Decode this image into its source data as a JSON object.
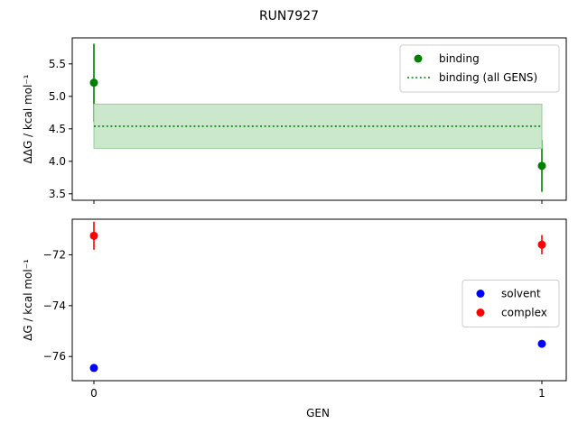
{
  "chart_data": {
    "title": "RUN7927",
    "xlabel": "GEN",
    "x_ticks": [
      0,
      1
    ],
    "x_tick_labels": [
      "0",
      "1"
    ],
    "panels": [
      {
        "id": "top",
        "type": "scatter",
        "ylabel": "ΔΔG / kcal mol⁻¹",
        "ylim": [
          3.4,
          5.9
        ],
        "yticks": [
          3.5,
          4.0,
          4.5,
          5.0,
          5.5
        ],
        "ytick_labels": [
          "3.5",
          "4.0",
          "4.5",
          "5.0",
          "5.5"
        ],
        "legend_position": "top-right",
        "series": [
          {
            "name": "binding",
            "kind": "errorbar",
            "color": "#008000",
            "x": [
              0,
              1
            ],
            "y": [
              5.21,
              3.93
            ],
            "err": [
              0.6,
              0.4
            ]
          },
          {
            "name": "binding (all GENS)",
            "kind": "hline_band",
            "color": "#008000",
            "band_color": "#cce8cc",
            "band_edge": "#99cc99",
            "x_range": [
              0,
              1
            ],
            "value": 4.54,
            "low": 4.2,
            "high": 4.88
          }
        ]
      },
      {
        "id": "bottom",
        "type": "scatter",
        "ylabel": "ΔG / kcal mol⁻¹",
        "ylim": [
          -76.95,
          -70.6
        ],
        "yticks": [
          -76,
          -74,
          -72
        ],
        "ytick_labels": [
          "−76",
          "−74",
          "−72"
        ],
        "legend_position": "center-right",
        "series": [
          {
            "name": "solvent",
            "kind": "errorbar",
            "color": "#0000ff",
            "x": [
              0,
              1
            ],
            "y": [
              -76.45,
              -75.5
            ],
            "err": [
              0.1,
              0.1
            ]
          },
          {
            "name": "complex",
            "kind": "errorbar",
            "color": "#ff0000",
            "x": [
              0,
              1
            ],
            "y": [
              -71.25,
              -71.6
            ],
            "err": [
              0.55,
              0.38
            ]
          }
        ]
      }
    ]
  }
}
